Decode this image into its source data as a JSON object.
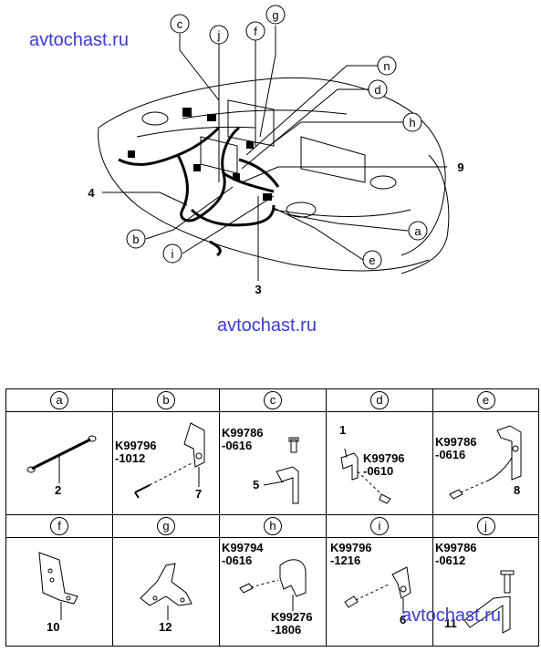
{
  "watermarks": [
    "avtochast.ru",
    "avtochast.ru",
    "avtochast.ru"
  ],
  "callouts": {
    "c": "c",
    "j": "j",
    "g": "g",
    "f": "f",
    "n": "n",
    "d": "d",
    "h": "h",
    "nine": "9",
    "four": "4",
    "b": "b",
    "i": "i",
    "three": "3",
    "e": "e",
    "a": "a"
  },
  "table": {
    "headers": [
      "a",
      "b",
      "c",
      "d",
      "e",
      "f",
      "g",
      "h",
      "i",
      "j"
    ],
    "cells": {
      "a": {
        "item": "2"
      },
      "b": {
        "part": "K99796\n-1012",
        "item": "7"
      },
      "c": {
        "part": "K99786\n-0616",
        "item": "5"
      },
      "d": {
        "item_top": "1",
        "part": "K99796\n-0610"
      },
      "e": {
        "part": "K99786\n-0616",
        "item": "8"
      },
      "f": {
        "item": "10"
      },
      "g": {
        "item": "12"
      },
      "h": {
        "part": "K99794\n-0616",
        "part2": "K99276\n-1806"
      },
      "i": {
        "part": "K99796\n-1216",
        "item": "6"
      },
      "j": {
        "part": "K99786\n-0612",
        "item": "11"
      }
    }
  }
}
